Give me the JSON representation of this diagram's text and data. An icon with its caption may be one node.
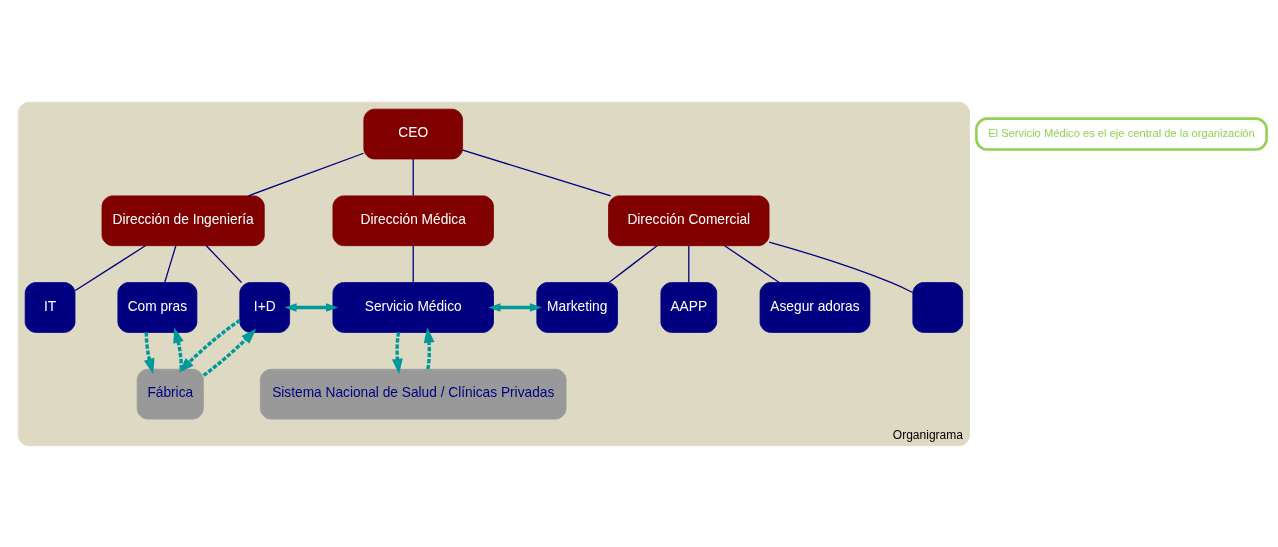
{
  "diagram": {
    "nodes": [
      {
        "text": [
          "Organigrama"
        ]
      },
      {
        "text": [
          "CEO"
        ],
        "in": 0
      },
      {
        "text": [
          "Dirección de Ingeniería"
        ],
        "in": 0
      },
      {
        "text": [
          "Dirección Médica"
        ],
        "in": 0
      },
      {
        "text": [
          "Dirección Comercial"
        ],
        "in": 0
      },
      {
        "text": [
          "IT"
        ],
        "in": 0
      },
      {
        "text": [
          "Com pras"
        ],
        "in": 0
      },
      {
        "text": [
          "I+D"
        ],
        "in": 0
      },
      {
        "text": [
          "Servicio Médico"
        ],
        "in": 0
      },
      {
        "text": [
          "Marketing"
        ],
        "in": 0
      },
      {
        "text": [
          "AAPP"
        ],
        "in": 0
      },
      {
        "text": [
          "Asegur adoras"
        ],
        "in": 0
      },
      {
        "text": [],
        "shape": "box",
        "in": 0
      },
      {
        "text": [
          "Fábrica"
        ],
        "in": 0
      },
      {
        "text": [
          "Sistema Nacional de Salud / Clínicas Privadas"
        ],
        "in": 0
      },
      {
        "text": [
          "El Servicio Médico es el eje central de la organización"
        ]
      }
    ],
    "edges": [
      {
        "from": 1,
        "to": 2,
        "arrow": "none"
      },
      {
        "from": 1,
        "to": 3,
        "arrow": "none"
      },
      {
        "from": 1,
        "to": 4,
        "arrow": "none"
      },
      {
        "from": 2,
        "to": 5,
        "arrow": "none"
      },
      {
        "from": 2,
        "to": 6,
        "arrow": "none"
      },
      {
        "from": 2,
        "to": 7,
        "arrow": "none"
      },
      {
        "from": 3,
        "to": 8,
        "arrow": "none"
      },
      {
        "from": 4,
        "to": 9,
        "arrow": "none"
      },
      {
        "from": 4,
        "to": 10,
        "arrow": "none"
      },
      {
        "from": 4,
        "to": 11,
        "arrow": "none"
      },
      {
        "from": 4,
        "to": 12,
        "arrow": "none"
      },
      {
        "from": 7,
        "to": 8,
        "arrow": "both",
        "style": "thick",
        "color": "#009999"
      },
      {
        "from": 8,
        "to": 9,
        "arrow": "both",
        "style": "thick",
        "color": "#009999"
      },
      {
        "from": 6,
        "to": 13,
        "arrow": "to",
        "style": "dashed",
        "color": "#009999"
      },
      {
        "from": 13,
        "to": 6,
        "arrow": "to",
        "style": "dashed",
        "color": "#009999"
      },
      {
        "from": 7,
        "to": 13,
        "arrow": "to",
        "style": "dashed",
        "color": "#009999"
      },
      {
        "from": 13,
        "to": 7,
        "arrow": "to",
        "style": "dashed",
        "color": "#009999"
      },
      {
        "from": 8,
        "to": 14,
        "arrow": "to",
        "style": "dashed",
        "color": "#009999"
      },
      {
        "from": 14,
        "to": 8,
        "arrow": "to",
        "style": "dashed",
        "color": "#009999"
      }
    ]
  }
}
